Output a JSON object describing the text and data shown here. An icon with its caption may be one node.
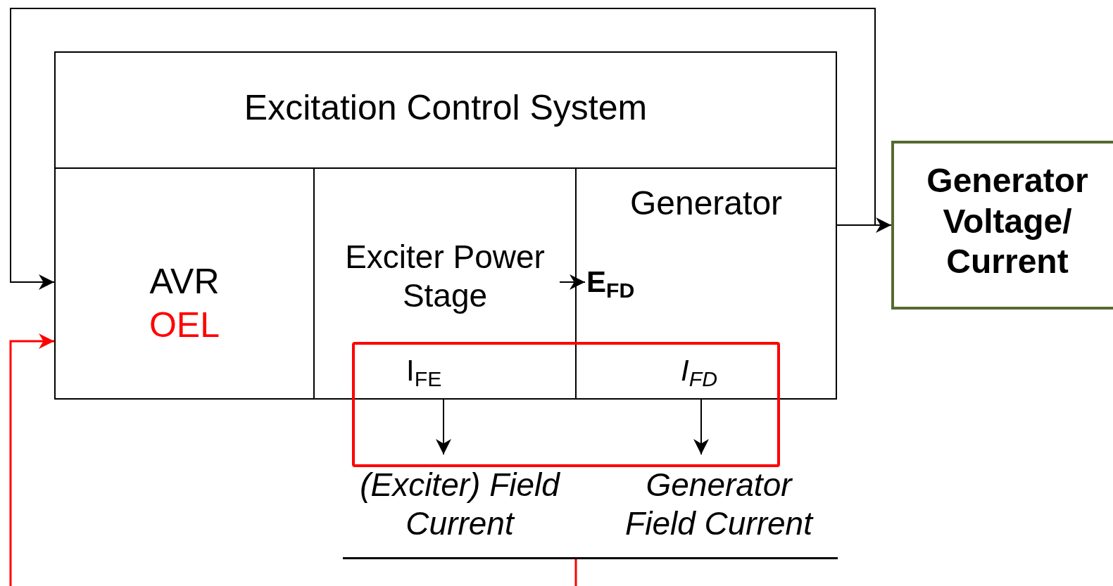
{
  "diagram": {
    "nodes": [
      {
        "text": [
          "Excitation Control System"
        ]
      },
      {
        "text": [
          "AVR",
          "OEL"
        ],
        "in": 0
      },
      {
        "text": [
          "Exciter Power Stage",
          "I$_{FE}$"
        ],
        "in": 0
      },
      {
        "text": [
          "Generator",
          "E$_{FD}$",
          "I$_{FD}$"
        ],
        "in": 0
      },
      {
        "text": [
          "(Exciter) Field Current"
        ]
      },
      {
        "text": [
          "Generator Field Current"
        ]
      },
      {
        "text": [],
        "shape": "bar"
      },
      {
        "text": [
          "Generator Voltage/ Current"
        ]
      }
    ],
    "edges": [
      {
        "from": 3,
        "to": 7,
        "arrow": "to"
      },
      {
        "from": 3,
        "to": 1,
        "arrow": "to"
      },
      {
        "from": 2,
        "to": 3,
        "arrow": "to"
      },
      {
        "from": 2,
        "to": 4,
        "arrow": "to"
      },
      {
        "from": 3,
        "to": 5,
        "arrow": "to"
      },
      {
        "from": 6,
        "to": 1,
        "arrow": "to",
        "color": "#ff0000"
      }
    ]
  }
}
